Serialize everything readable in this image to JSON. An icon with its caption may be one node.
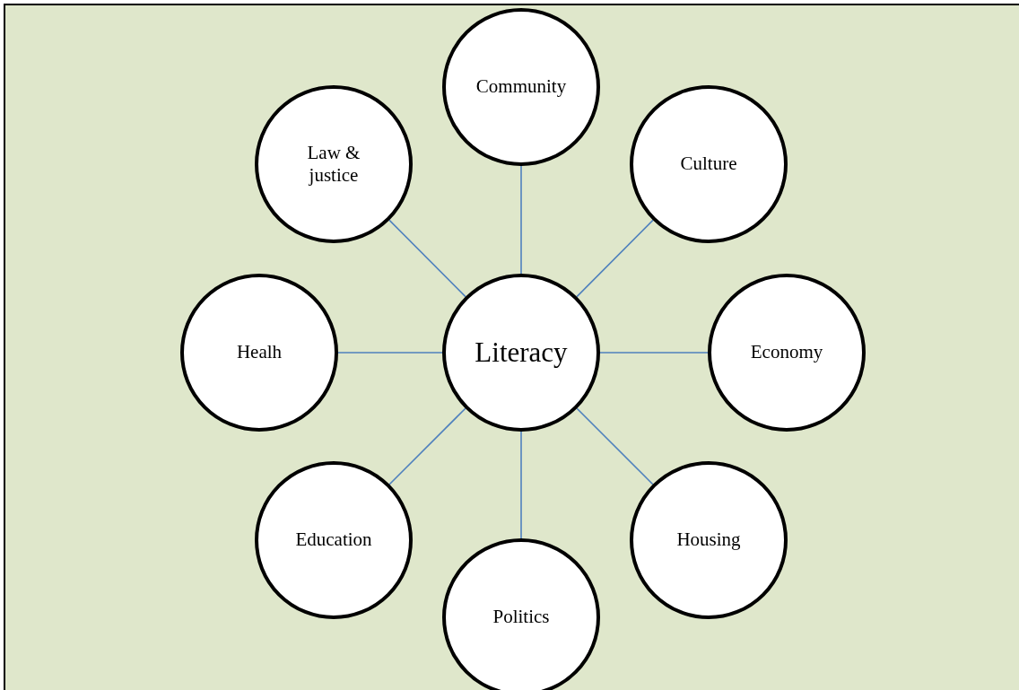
{
  "diagram": {
    "nodes": [
      {
        "text": [
          "Community"
        ]
      },
      {
        "text": [
          "Law & justice"
        ]
      },
      {
        "text": [
          "Culture"
        ]
      },
      {
        "text": [
          "Healh"
        ]
      },
      {
        "text": [
          "Literacy"
        ]
      },
      {
        "text": [
          "Economy"
        ]
      },
      {
        "text": [
          "Education"
        ]
      },
      {
        "text": [
          "Housing"
        ]
      },
      {
        "text": [
          "Politics"
        ]
      }
    ],
    "edges": [
      {
        "from": 4,
        "to": 0,
        "arrow": "none"
      },
      {
        "from": 4,
        "to": 1,
        "arrow": "none"
      },
      {
        "from": 4,
        "to": 2,
        "arrow": "none"
      },
      {
        "from": 4,
        "to": 3,
        "arrow": "none"
      },
      {
        "from": 4,
        "to": 5,
        "arrow": "none"
      },
      {
        "from": 4,
        "to": 6,
        "arrow": "none"
      },
      {
        "from": 4,
        "to": 7,
        "arrow": "none"
      },
      {
        "from": 4,
        "to": 8,
        "arrow": "none"
      }
    ]
  }
}
